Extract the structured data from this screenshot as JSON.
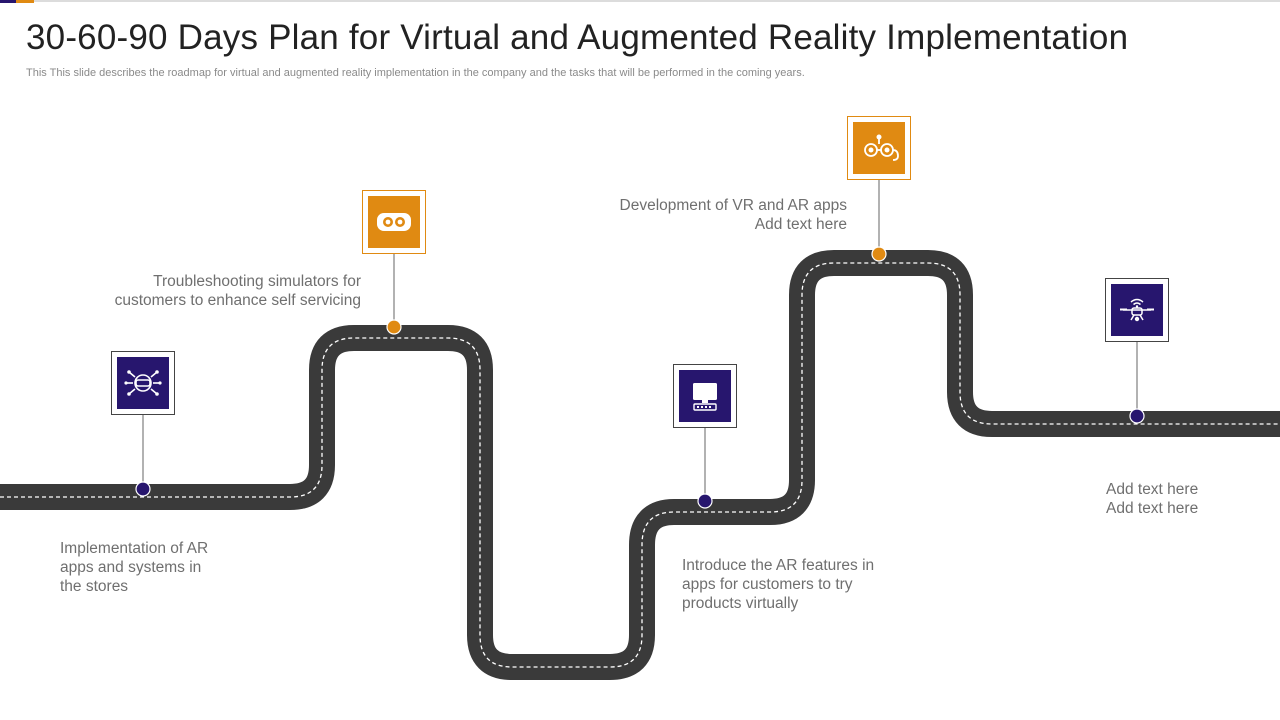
{
  "title": "30-60-90 Days Plan for Virtual and Augmented Reality Implementation",
  "subtitle": "This This slide describes the roadmap for virtual and augmented reality implementation in the company and the tasks that will be performed in the coming years.",
  "colors": {
    "purple": "#27166e",
    "orange": "#e08a12",
    "road": "#3a3a3a",
    "text": "#6f6f6f"
  },
  "milestones": [
    {
      "icon": "vr-headset-network-icon",
      "color": "purple",
      "lines": [
        "Implementation  of AR",
        "apps and systems in",
        "the stores"
      ]
    },
    {
      "icon": "vr-goggles-icon",
      "color": "orange",
      "lines": [
        "Troubleshooting  simulators for",
        "customers to enhance self servicing"
      ]
    },
    {
      "icon": "computer-terminal-icon",
      "color": "purple",
      "lines": [
        "Introduce  the AR features in",
        "apps for customers to try",
        "products virtually"
      ]
    },
    {
      "icon": "vr-headset-app-icon",
      "color": "orange",
      "lines": [
        "Development of VR and AR apps",
        "Add text here"
      ]
    },
    {
      "icon": "drone-icon",
      "color": "purple",
      "lines": [
        "Add text here",
        "Add text here"
      ]
    }
  ]
}
